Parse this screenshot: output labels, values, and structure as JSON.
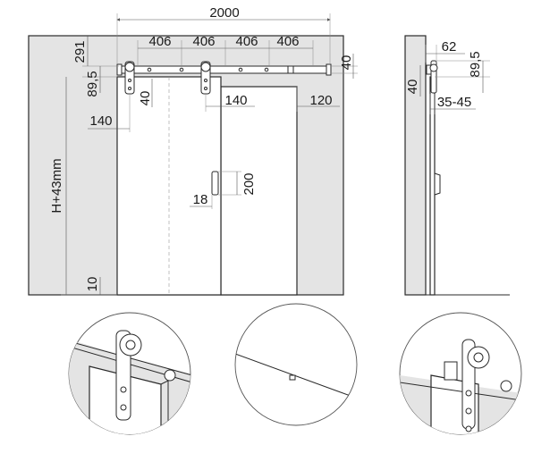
{
  "front_view": {
    "labels": {
      "rail_length": "2000",
      "segment_1": "406",
      "segment_2": "406",
      "segment_3": "406",
      "segment_4": "406",
      "offset_top": "291",
      "hanger_height": "89,5",
      "rail_height": "40",
      "hanger_offset_vertical": "40",
      "hanger_inset_left": "140",
      "hanger_inset_right": "140",
      "rail_overhang": "120",
      "door_height": "H+43mm",
      "floor_gap": "10",
      "handle_length": "200",
      "handle_offset": "18"
    }
  },
  "side_view": {
    "labels": {
      "wall_distance": "62",
      "hanger_height": "89,5",
      "rail_height": "40",
      "door_thickness": "35-45"
    }
  },
  "details": [
    {
      "name": "hanger-roller-detail"
    },
    {
      "name": "floor-guide-detail"
    },
    {
      "name": "end-stop-detail"
    }
  ]
}
